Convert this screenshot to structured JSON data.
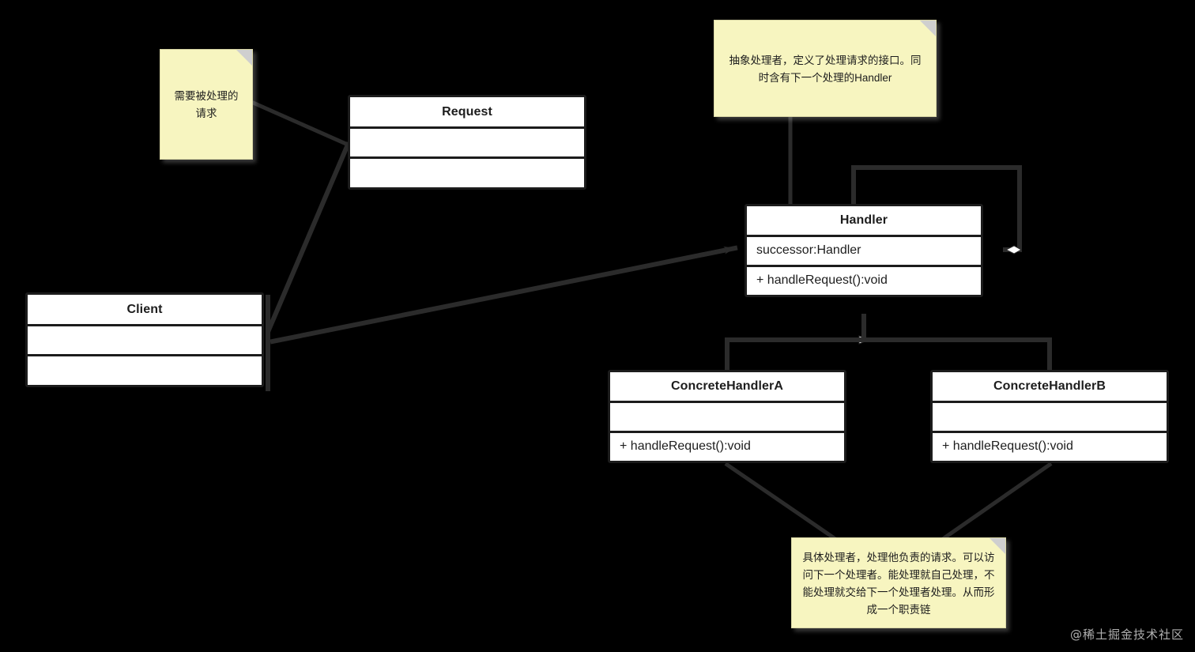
{
  "diagram": {
    "type": "uml-class-diagram",
    "pattern": "Chain of Responsibility",
    "background_color": "#000000",
    "line_color": "#2b2b2b",
    "class_fill": "#ffffff",
    "note_fill": "#f7f5c0"
  },
  "classes": [
    {
      "id": "request",
      "name": "Request",
      "attributes": [
        ""
      ],
      "operations": [
        ""
      ]
    },
    {
      "id": "client",
      "name": "Client",
      "attributes": [
        ""
      ],
      "operations": [
        ""
      ]
    },
    {
      "id": "handler",
      "name": "Handler",
      "attributes": [
        "successor:Handler"
      ],
      "operations": [
        "+ handleRequest():void"
      ]
    },
    {
      "id": "concrete_a",
      "name": "ConcreteHandlerA",
      "attributes": [
        ""
      ],
      "operations": [
        "+ handleRequest():void"
      ]
    },
    {
      "id": "concrete_b",
      "name": "ConcreteHandlerB",
      "attributes": [
        ""
      ],
      "operations": [
        "+ handleRequest():void"
      ]
    }
  ],
  "notes": [
    {
      "id": "note_request",
      "text": "需要被处理的请求",
      "attached_to": "request"
    },
    {
      "id": "note_handler",
      "text": "抽象处理者，定义了处理请求的接口。同时含有下一个处理的Handler",
      "attached_to": "handler"
    },
    {
      "id": "note_concrete",
      "text": "具体处理者，处理他负责的请求。可以访问下一个处理者。能处理就自己处理，不能处理就交给下一个处理者处理。从而形成一个职责链",
      "attached_to": "concrete_a, concrete_b"
    }
  ],
  "relations": [
    {
      "from": "client",
      "to": "request",
      "kind": "association"
    },
    {
      "from": "client",
      "to": "handler",
      "kind": "association-directed"
    },
    {
      "from": "handler",
      "to": "handler",
      "kind": "aggregation-self"
    },
    {
      "from": "concrete_a",
      "to": "handler",
      "kind": "generalization"
    },
    {
      "from": "concrete_b",
      "to": "handler",
      "kind": "generalization"
    }
  ],
  "watermark": {
    "text": "@稀土掘金技术社区"
  }
}
